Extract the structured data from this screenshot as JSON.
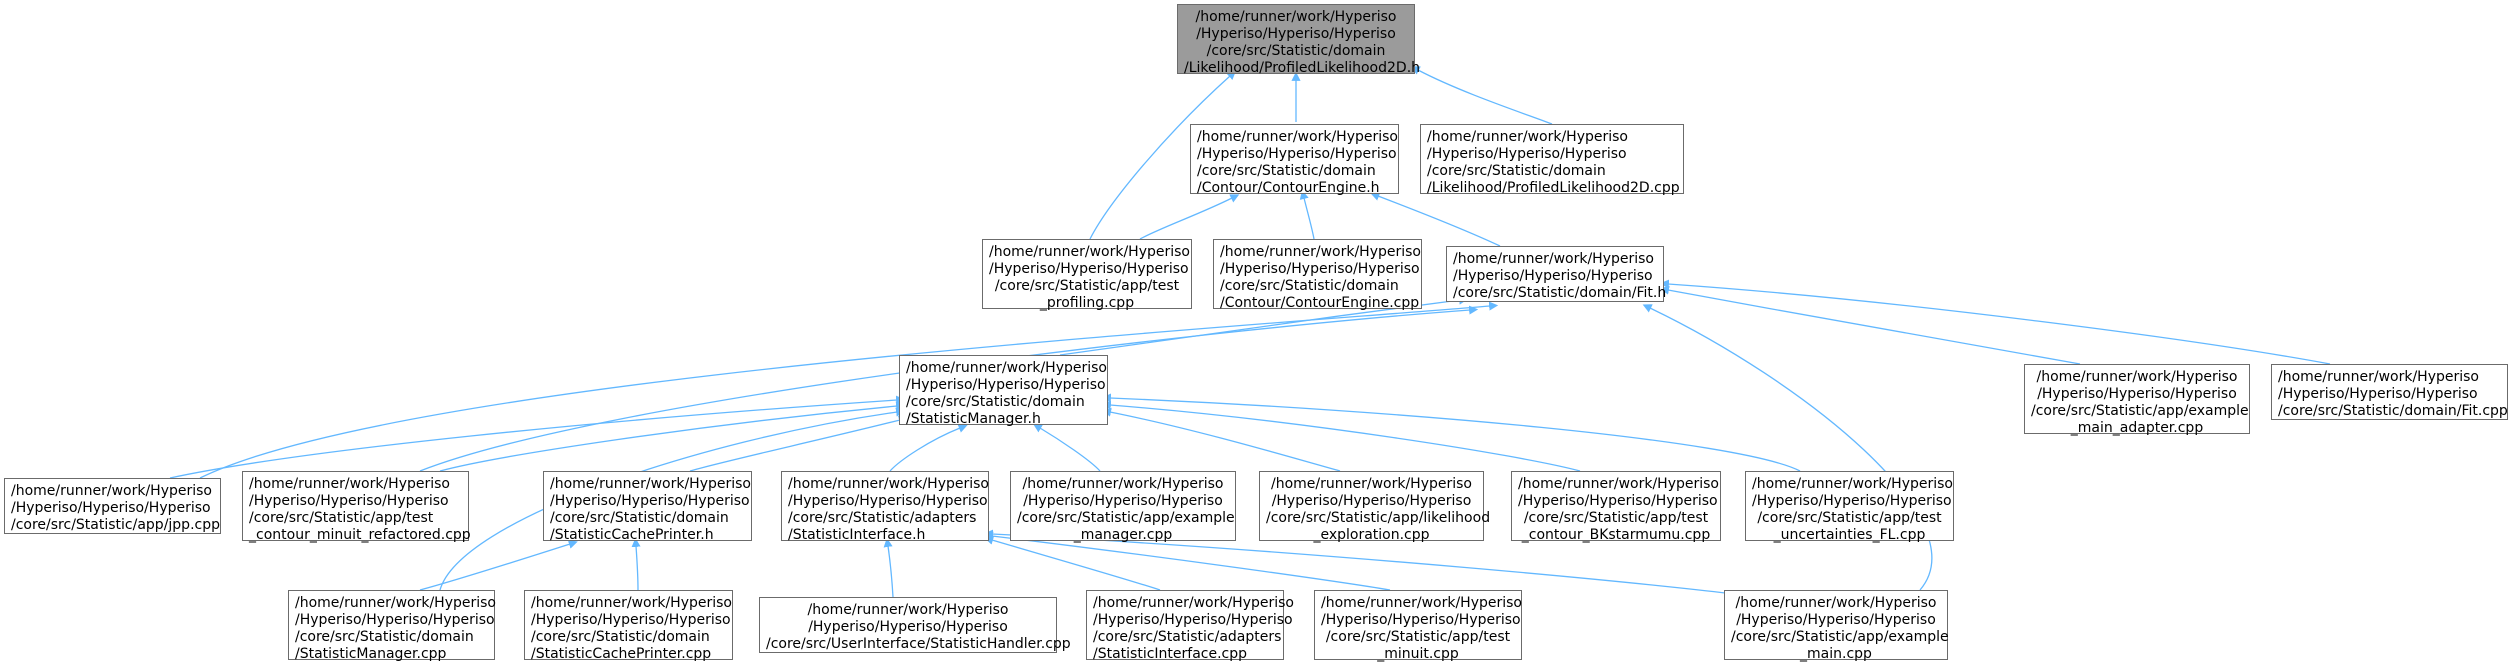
{
  "colors": {
    "edge": "#63b8ff",
    "node_border": "#6b6b6b",
    "root_fill": "#9b9b9b"
  },
  "nodes": {
    "profiled_h": [
      "/home/runner/work/Hyperiso",
      "/Hyperiso/Hyperiso/Hyperiso",
      "/core/src/Statistic/domain",
      "/Likelihood/ProfiledLikelihood2D.h"
    ],
    "contour_engine_h": [
      "/home/runner/work/Hyperiso",
      "/Hyperiso/Hyperiso/Hyperiso",
      "/core/src/Statistic/domain",
      "/Contour/ContourEngine.h"
    ],
    "profiled_cpp": [
      "/home/runner/work/Hyperiso",
      "/Hyperiso/Hyperiso/Hyperiso",
      "/core/src/Statistic/domain",
      "/Likelihood/ProfiledLikelihood2D.cpp"
    ],
    "test_profiling": [
      "/home/runner/work/Hyperiso",
      "/Hyperiso/Hyperiso/Hyperiso",
      "/core/src/Statistic/app/test",
      "_profiling.cpp"
    ],
    "contour_engine_cpp": [
      "/home/runner/work/Hyperiso",
      "/Hyperiso/Hyperiso/Hyperiso",
      "/core/src/Statistic/domain",
      "/Contour/ContourEngine.cpp"
    ],
    "fit_h": [
      "/home/runner/work/Hyperiso",
      "/Hyperiso/Hyperiso/Hyperiso",
      "/core/src/Statistic/domain/Fit.h"
    ],
    "statistic_manager_h": [
      "/home/runner/work/Hyperiso",
      "/Hyperiso/Hyperiso/Hyperiso",
      "/core/src/Statistic/domain",
      "/StatisticManager.h"
    ],
    "example_main_adapter": [
      "/home/runner/work/Hyperiso",
      "/Hyperiso/Hyperiso/Hyperiso",
      "/core/src/Statistic/app/example",
      "_main_adapter.cpp"
    ],
    "fit_cpp": [
      "/home/runner/work/Hyperiso",
      "/Hyperiso/Hyperiso/Hyperiso",
      "/core/src/Statistic/domain/Fit.cpp"
    ],
    "jpp": [
      "/home/runner/work/Hyperiso",
      "/Hyperiso/Hyperiso/Hyperiso",
      "/core/src/Statistic/app/jpp.cpp"
    ],
    "test_contour_minuit": [
      "/home/runner/work/Hyperiso",
      "/Hyperiso/Hyperiso/Hyperiso",
      "/core/src/Statistic/app/test",
      "_contour_minuit_refactored.cpp"
    ],
    "cache_printer_h": [
      "/home/runner/work/Hyperiso",
      "/Hyperiso/Hyperiso/Hyperiso",
      "/core/src/Statistic/domain",
      "/StatisticCachePrinter.h"
    ],
    "interface_h": [
      "/home/runner/work/Hyperiso",
      "/Hyperiso/Hyperiso/Hyperiso",
      "/core/src/Statistic/adapters",
      "/StatisticInterface.h"
    ],
    "example_manager": [
      "/home/runner/work/Hyperiso",
      "/Hyperiso/Hyperiso/Hyperiso",
      "/core/src/Statistic/app/example",
      "_manager.cpp"
    ],
    "likelihood_exploration": [
      "/home/runner/work/Hyperiso",
      "/Hyperiso/Hyperiso/Hyperiso",
      "/core/src/Statistic/app/likelihood",
      "_exploration.cpp"
    ],
    "test_contour_bk": [
      "/home/runner/work/Hyperiso",
      "/Hyperiso/Hyperiso/Hyperiso",
      "/core/src/Statistic/app/test",
      "_contour_BKstarmumu.cpp"
    ],
    "test_uncertainties": [
      "/home/runner/work/Hyperiso",
      "/Hyperiso/Hyperiso/Hyperiso",
      "/core/src/Statistic/app/test",
      "_uncertainties_FL.cpp"
    ],
    "statistic_manager_cpp": [
      "/home/runner/work/Hyperiso",
      "/Hyperiso/Hyperiso/Hyperiso",
      "/core/src/Statistic/domain",
      "/StatisticManager.cpp"
    ],
    "cache_printer_cpp": [
      "/home/runner/work/Hyperiso",
      "/Hyperiso/Hyperiso/Hyperiso",
      "/core/src/Statistic/domain",
      "/StatisticCachePrinter.cpp"
    ],
    "statistic_handler": [
      "/home/runner/work/Hyperiso",
      "/Hyperiso/Hyperiso/Hyperiso",
      "/core/src/UserInterface/StatisticHandler.cpp"
    ],
    "interface_cpp": [
      "/home/runner/work/Hyperiso",
      "/Hyperiso/Hyperiso/Hyperiso",
      "/core/src/Statistic/adapters",
      "/StatisticInterface.cpp"
    ],
    "test_minuit": [
      "/home/runner/work/Hyperiso",
      "/Hyperiso/Hyperiso/Hyperiso",
      "/core/src/Statistic/app/test",
      "_minuit.cpp"
    ],
    "example_main": [
      "/home/runner/work/Hyperiso",
      "/Hyperiso/Hyperiso/Hyperiso",
      "/core/src/Statistic/app/example",
      "_main.cpp"
    ]
  }
}
